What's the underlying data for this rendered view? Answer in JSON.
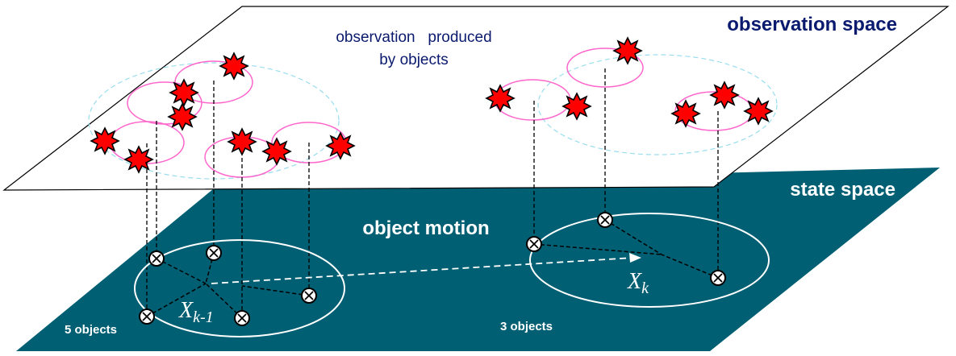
{
  "labels": {
    "observation_space": "observation space",
    "state_space": "state space",
    "observation_produced_line1": "observation   produced",
    "observation_produced_line2": "by objects",
    "object_motion": "object motion",
    "left_count": "5 objects",
    "right_count": "3 objects",
    "xk_minus_1_main": "X",
    "xk_minus_1_sub": "k-1",
    "xk_main": "X",
    "xk_sub": "k"
  },
  "colors": {
    "state_plane": "#005f73",
    "observation_plane": "#ffffff",
    "observation_title": "#0a1a6e",
    "observation_caption": "#0a1a6e",
    "state_text": "#ffffff",
    "star_fill": "#ff0000",
    "star_stroke": "#000000",
    "obs_circle": "#ff66cc",
    "obs_dashed_circle": "#99ddee",
    "state_circle": "#ffffff",
    "motion_arrow": "#ffffff",
    "connector": "#000000"
  },
  "icons": {
    "observation": "red-star-burst-icon",
    "object": "circled-x-icon"
  }
}
